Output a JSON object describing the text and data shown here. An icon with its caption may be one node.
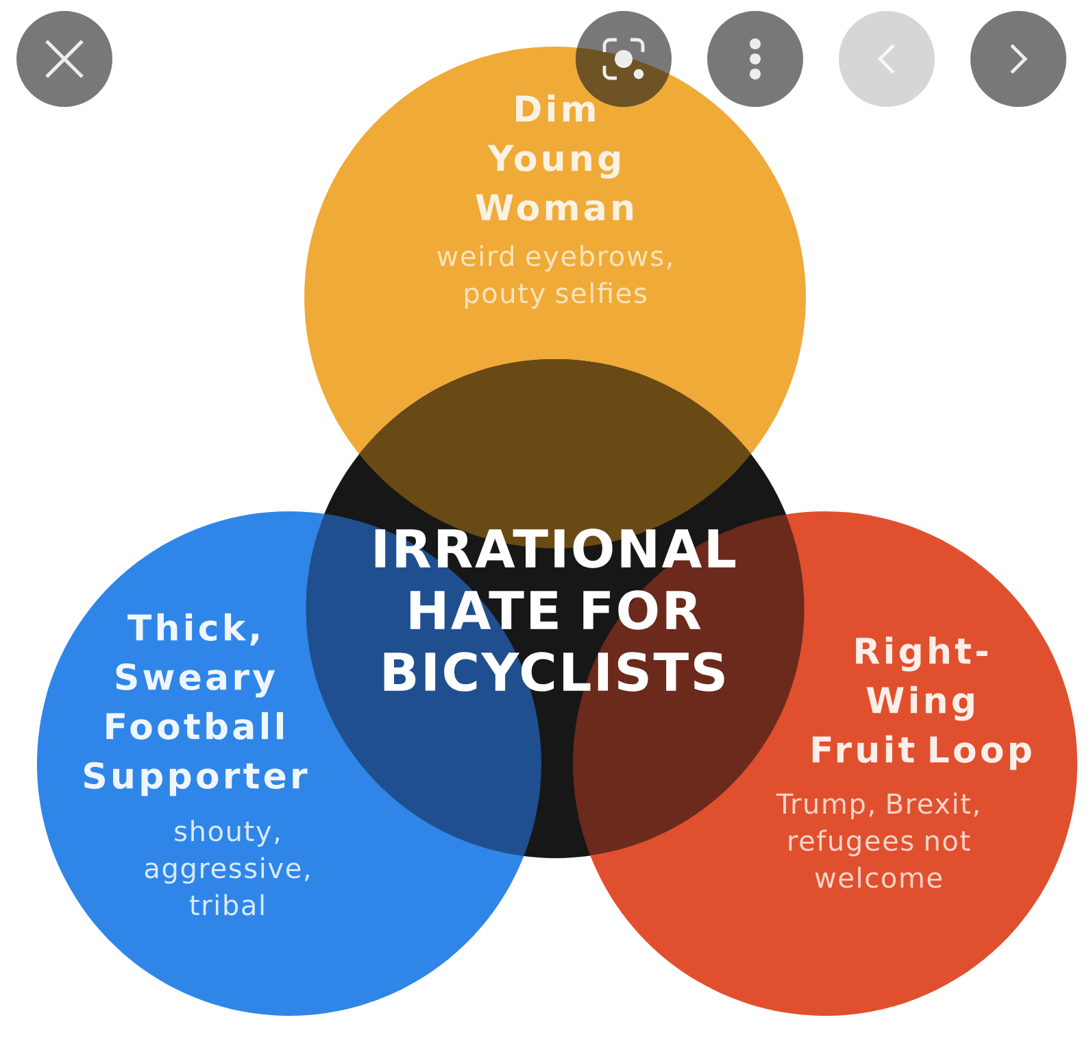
{
  "diagram": {
    "nodes": [
      {
        "text": [
          "Dim Young Woman",
          "weird eyebrows, pouty selfies"
        ]
      },
      {
        "text": [
          "IRRATIONAL HATE FOR BICYCLISTS"
        ]
      },
      {
        "text": [
          "Thick, Sweary Football Supporter",
          "shouty, aggressive, tribal"
        ]
      },
      {
        "text": [
          "Right-Wing Fruit Loop",
          "Trump, Brexit, refugees not welcome"
        ]
      }
    ]
  }
}
